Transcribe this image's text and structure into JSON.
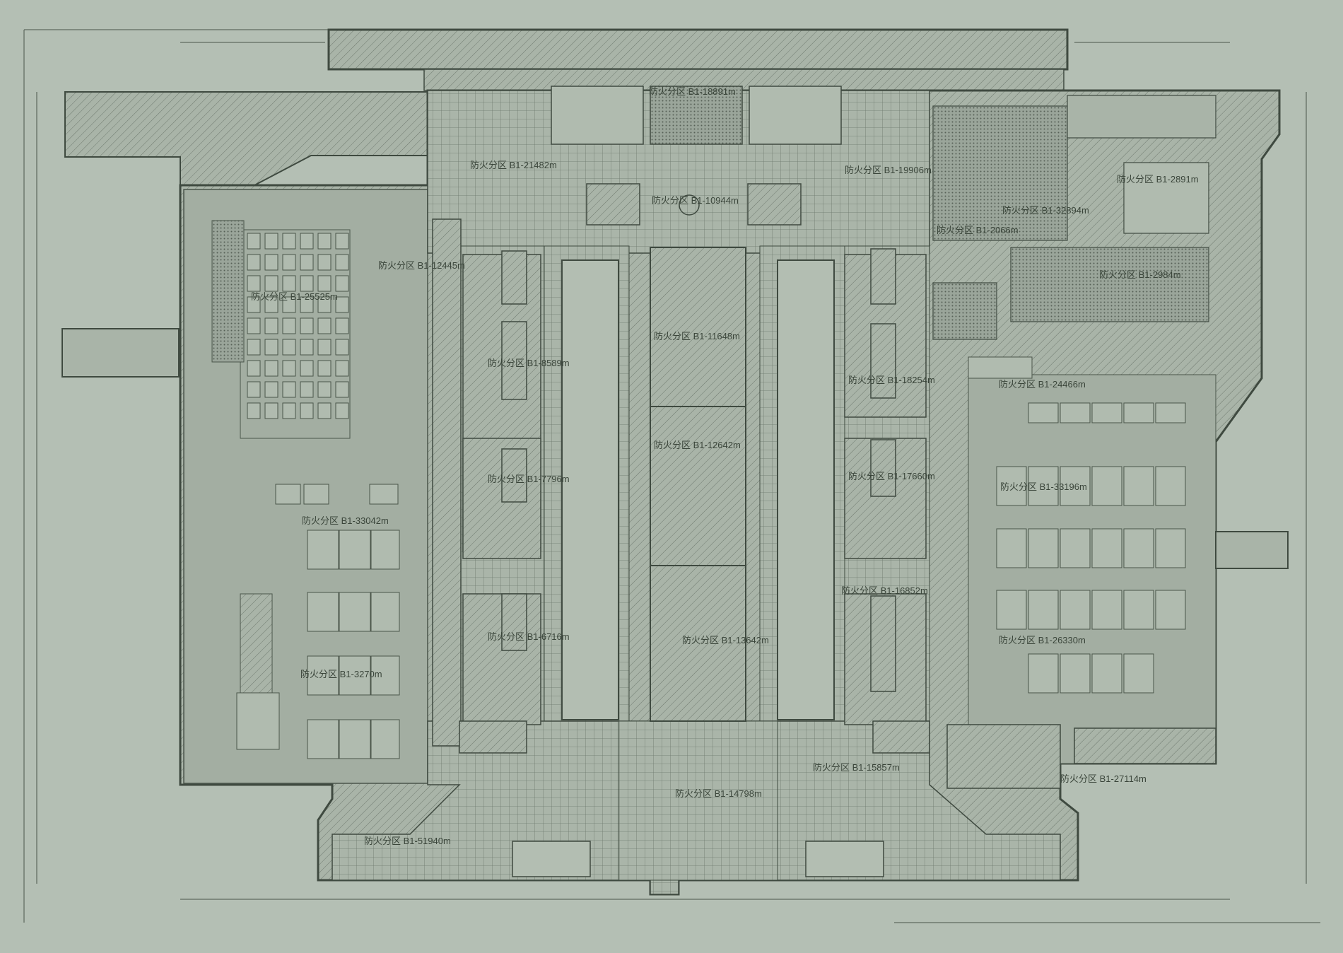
{
  "colors": {
    "background": "#b4bfb4",
    "ink": "#3f4a40",
    "fill": "#a9b4a8",
    "fill_dark": "#8f9a8e"
  },
  "fire_zones": [
    {
      "label": "防火分区 B1-21482m"
    },
    {
      "label": "防火分区 B1-18891m"
    },
    {
      "label": "防火分区 B1-10944m"
    },
    {
      "label": "防火分区 B1-19906m"
    },
    {
      "label": "防火分区 B1-2891m"
    },
    {
      "label": "防火分区 B1-32894m"
    },
    {
      "label": "防火分区 B1-2066m"
    },
    {
      "label": "防火分区 B1-2984m"
    },
    {
      "label": "防火分区 B1-12445m"
    },
    {
      "label": "防火分区 B1-25525m"
    },
    {
      "label": "防火分区 B1-8589m"
    },
    {
      "label": "防火分区 B1-11648m"
    },
    {
      "label": "防火分区 B1-18254m"
    },
    {
      "label": "防火分区 B1-24466m"
    },
    {
      "label": "防火分区 B1-7796m"
    },
    {
      "label": "防火分区 B1-12642m"
    },
    {
      "label": "防火分区 B1-17660m"
    },
    {
      "label": "防火分区 B1-33196m"
    },
    {
      "label": "防火分区 B1-33042m"
    },
    {
      "label": "防火分区 B1-6716m"
    },
    {
      "label": "防火分区 B1-13642m"
    },
    {
      "label": "防火分区 B1-16852m"
    },
    {
      "label": "防火分区 B1-26330m"
    },
    {
      "label": "防火分区 B1-3270m"
    },
    {
      "label": "防火分区 B1-15857m"
    },
    {
      "label": "防火分区 B1-27114m"
    },
    {
      "label": "防火分区 B1-14798m"
    },
    {
      "label": "防火分区 B1-51940m"
    }
  ]
}
